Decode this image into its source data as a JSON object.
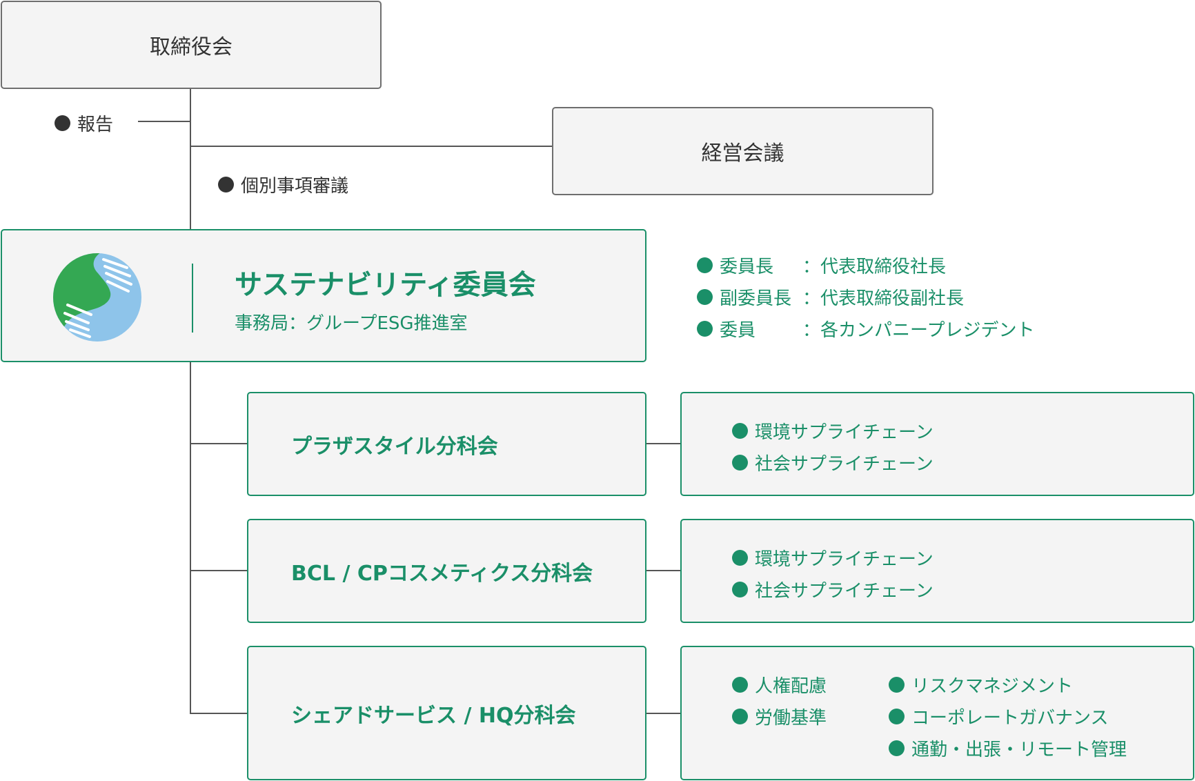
{
  "board": {
    "title": "取締役会"
  },
  "report_label": "報告",
  "management": {
    "title": "経営会議"
  },
  "deliberation_label": "個別事項審議",
  "committee": {
    "title": "サステナビリティ委員会",
    "secretariat": "事務局：グループESG推進室"
  },
  "members": [
    {
      "role": "委員長",
      "value": "：代表取締役社長"
    },
    {
      "role": "副委員長",
      "value": "：代表取締役副社長"
    },
    {
      "role": "委員",
      "value": "：各カンパニープレジデント"
    }
  ],
  "subcommittees": [
    {
      "title": "プラザスタイル分科会",
      "topics": [
        "環境サプライチェーン",
        "社会サプライチェーン"
      ]
    },
    {
      "title": "BCL / CPコスメティクス分科会",
      "topics": [
        "環境サプライチェーン",
        "社会サプライチェーン"
      ]
    },
    {
      "title": "シェアドサービス / HQ分科会",
      "topics_left": [
        "人権配慮",
        "労働基準"
      ],
      "topics_right": [
        "リスクマネジメント",
        "コーポレートガバナンス",
        "通勤・出張・リモート管理"
      ]
    }
  ],
  "colors": {
    "accent": "#1a8f68",
    "text": "#333333",
    "box_fill": "#f4f4f4",
    "logo_green": "#34a853",
    "logo_blue": "#8ec4ea"
  },
  "icons": {
    "logo": "hands-globe-logo-icon",
    "bullet": "filled-circle-bullet-icon"
  }
}
